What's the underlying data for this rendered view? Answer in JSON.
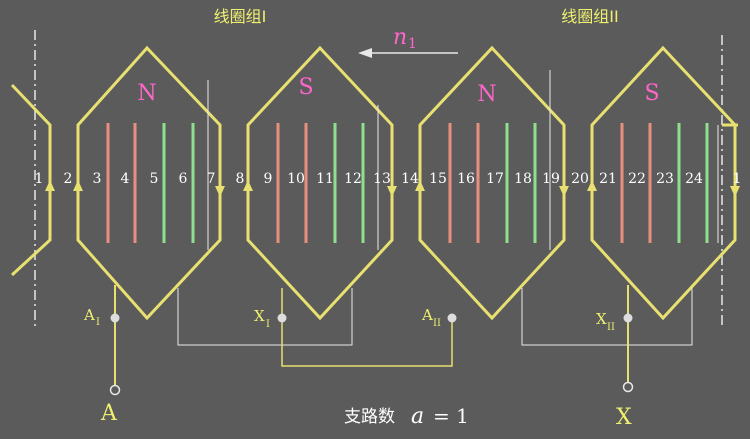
{
  "colors": {
    "background": "#5b5b5b",
    "coil": "#e8e070",
    "white_line": "#e8e8e8",
    "red_conductor": "#e88f7f",
    "green_conductor": "#8ee08e",
    "pole_label": "#ff66cc",
    "terminal_text": "#f0f070",
    "slot_text": "#ffffff"
  },
  "headers": {
    "group1": "线圈组I",
    "group2": "线圈组II"
  },
  "rotation": {
    "symbol": "n",
    "subscript": "1",
    "direction": "leftward"
  },
  "poles": [
    "N",
    "S",
    "N",
    "S"
  ],
  "slots": [
    "1",
    "2",
    "3",
    "4",
    "5",
    "6",
    "7",
    "8",
    "9",
    "10",
    "11",
    "12",
    "13",
    "14",
    "15",
    "16",
    "17",
    "18",
    "19",
    "20",
    "21",
    "22",
    "23",
    "24",
    "1"
  ],
  "terminals": {
    "A1_main": "A",
    "A1_sub": "I",
    "X1_main": "X",
    "X1_sub": "I",
    "A2_main": "A",
    "A2_sub": "II",
    "X2_main": "X",
    "X2_sub": "II",
    "A_out": "A",
    "X_out": "X"
  },
  "footer": {
    "label": "支路数",
    "var": "a",
    "eq": "= 1"
  }
}
